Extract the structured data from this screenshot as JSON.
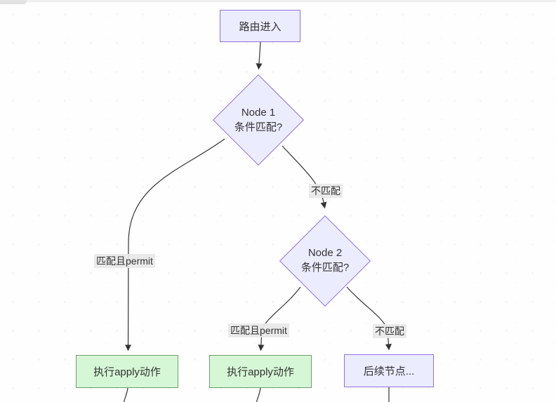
{
  "diagram": {
    "type": "flowchart",
    "colors": {
      "node_purple_fill": "#ececff",
      "node_purple_border": "#9370db",
      "node_green_fill": "#d6f7d6",
      "node_green_border": "#6e9e6e",
      "edge_line": "#333333",
      "edge_label_bg": "#e8e8e8",
      "text": "#333333",
      "background": "#ffffff"
    },
    "nodes": {
      "start": {
        "label": "路由进入",
        "shape": "rectangle",
        "color": "purple"
      },
      "node1": {
        "title": "Node 1",
        "question": "条件匹配?",
        "shape": "diamond",
        "color": "purple"
      },
      "node2": {
        "title": "Node 2",
        "question": "条件匹配?",
        "shape": "diamond",
        "color": "purple"
      },
      "apply1": {
        "label": "执行apply动作",
        "shape": "rectangle",
        "color": "green"
      },
      "apply2": {
        "label": "执行apply动作",
        "shape": "rectangle",
        "color": "green"
      },
      "next": {
        "label": "后续节点...",
        "shape": "rectangle",
        "color": "purple"
      }
    },
    "edge_labels": {
      "node1_match": "匹配且permit",
      "node1_nomatch": "不匹配",
      "node2_match": "匹配且permit",
      "node2_nomatch": "不匹配"
    },
    "edges": [
      {
        "from": "start",
        "to": "node1",
        "label": ""
      },
      {
        "from": "node1",
        "to": "apply1",
        "label": "匹配且permit"
      },
      {
        "from": "node1",
        "to": "node2",
        "label": "不匹配"
      },
      {
        "from": "node2",
        "to": "apply2",
        "label": "匹配且permit"
      },
      {
        "from": "node2",
        "to": "next",
        "label": "不匹配"
      },
      {
        "from": "apply1",
        "to": "offscreen-bottom",
        "label": ""
      },
      {
        "from": "apply2",
        "to": "offscreen-bottom",
        "label": ""
      },
      {
        "from": "next",
        "to": "offscreen-bottom",
        "label": ""
      }
    ]
  }
}
